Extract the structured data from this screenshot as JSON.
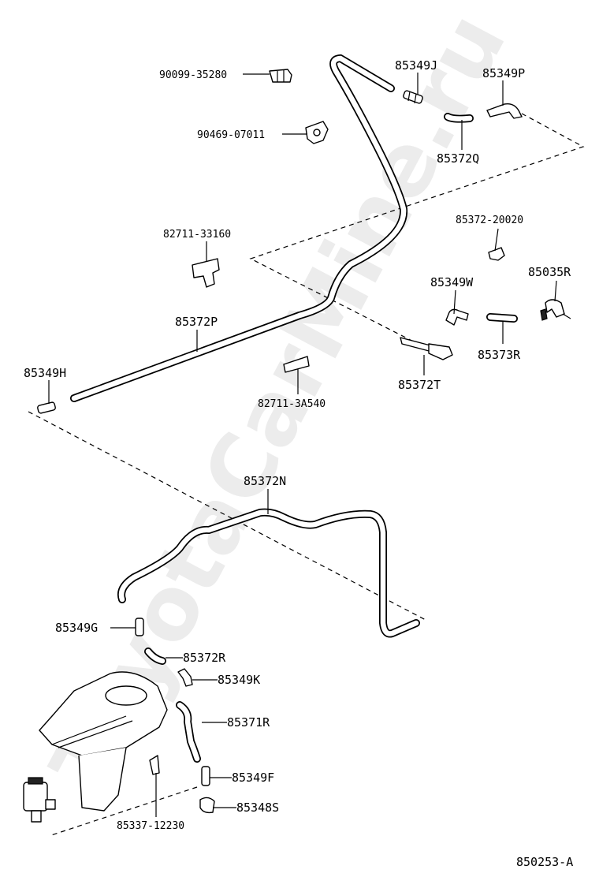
{
  "watermark": "ToyotaCarMine.ru",
  "figure_number": "850253-A",
  "part_labels": {
    "p90099_35280": "90099-35280",
    "p90469_07011": "90469-07011",
    "p85349J": "85349J",
    "p85349P": "85349P",
    "p85372Q": "85372Q",
    "p85372_20020": "85372-20020",
    "p82711_33160": "82711-33160",
    "p85035R": "85035R",
    "p85349W": "85349W",
    "p85372P": "85372P",
    "p85373R": "85373R",
    "p85349H": "85349H",
    "p85372T": "85372T",
    "p82711_3A540": "82711-3A540",
    "p85372N": "85372N",
    "p85349G": "85349G",
    "p85372R": "85372R",
    "p85349K": "85349K",
    "p85371R": "85371R",
    "p85349F": "85349F",
    "p85348S": "85348S",
    "p85337_12230": "85337-12230"
  }
}
